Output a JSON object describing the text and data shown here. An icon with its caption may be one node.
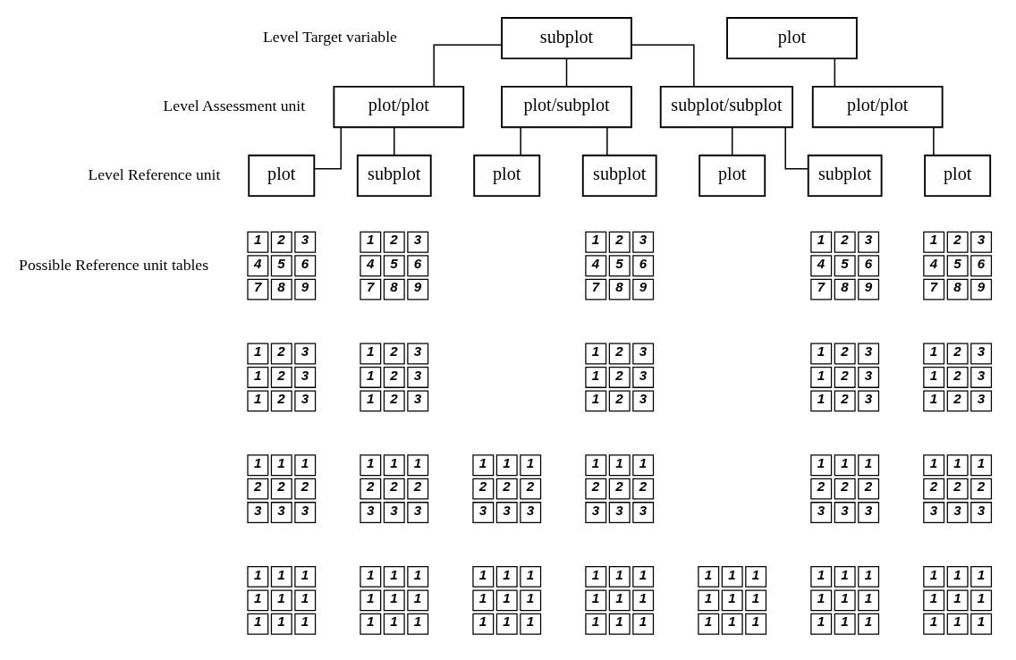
{
  "diagram": {
    "nodes": [
      {
        "text": [
          "subplot"
        ]
      },
      {
        "text": [
          "plot"
        ]
      },
      {
        "text": [
          "plot/plot"
        ]
      },
      {
        "text": [
          "plot/subplot"
        ]
      },
      {
        "text": [
          "subplot/subplot"
        ]
      },
      {
        "text": [
          "plot/plot"
        ]
      },
      {
        "text": [
          "plot"
        ]
      },
      {
        "text": [
          "subplot"
        ]
      },
      {
        "text": [
          "plot"
        ]
      },
      {
        "text": [
          "subplot"
        ]
      },
      {
        "text": [
          "plot"
        ]
      },
      {
        "text": [
          "subplot"
        ]
      },
      {
        "text": [
          "plot"
        ]
      },
      {
        "text": [
          "1",
          "2",
          "3",
          "4",
          "5",
          "6",
          "7",
          "8",
          "9"
        ]
      },
      {
        "text": [
          "1",
          "2",
          "3",
          "4",
          "5",
          "6",
          "7",
          "8",
          "9"
        ]
      },
      {
        "text": [
          "1",
          "2",
          "3",
          "4",
          "5",
          "6",
          "7",
          "8",
          "9"
        ]
      },
      {
        "text": [
          "1",
          "2",
          "3",
          "4",
          "5",
          "6",
          "7",
          "8",
          "9"
        ]
      },
      {
        "text": [
          "1",
          "2",
          "3",
          "4",
          "5",
          "6",
          "7",
          "8",
          "9"
        ]
      },
      {
        "text": [
          "1",
          "2",
          "3",
          "1",
          "2",
          "3",
          "1",
          "2",
          "3"
        ]
      },
      {
        "text": [
          "1",
          "2",
          "3",
          "1",
          "2",
          "3",
          "1",
          "2",
          "3"
        ]
      },
      {
        "text": [
          "1",
          "2",
          "3",
          "1",
          "2",
          "3",
          "1",
          "2",
          "3"
        ]
      },
      {
        "text": [
          "1",
          "2",
          "3",
          "1",
          "2",
          "3",
          "1",
          "2",
          "3"
        ]
      },
      {
        "text": [
          "1",
          "2",
          "3",
          "1",
          "2",
          "3",
          "1",
          "2",
          "3"
        ]
      },
      {
        "text": [
          "1",
          "1",
          "1",
          "2",
          "2",
          "2",
          "3",
          "3",
          "3"
        ]
      },
      {
        "text": [
          "1",
          "1",
          "1",
          "2",
          "2",
          "2",
          "3",
          "3",
          "3"
        ]
      },
      {
        "text": [
          "1",
          "1",
          "1",
          "2",
          "2",
          "2",
          "3",
          "3",
          "3"
        ]
      },
      {
        "text": [
          "1",
          "1",
          "1",
          "2",
          "2",
          "2",
          "3",
          "3",
          "3"
        ]
      },
      {
        "text": [
          "1",
          "1",
          "1",
          "2",
          "2",
          "2",
          "3",
          "3",
          "3"
        ]
      },
      {
        "text": [
          "1",
          "1",
          "1",
          "2",
          "2",
          "2",
          "3",
          "3",
          "3"
        ]
      },
      {
        "text": [
          "1",
          "1",
          "1",
          "1",
          "1",
          "1",
          "1",
          "1",
          "1"
        ]
      },
      {
        "text": [
          "1",
          "1",
          "1",
          "1",
          "1",
          "1",
          "1",
          "1",
          "1"
        ]
      },
      {
        "text": [
          "1",
          "1",
          "1",
          "1",
          "1",
          "1",
          "1",
          "1",
          "1"
        ]
      },
      {
        "text": [
          "1",
          "1",
          "1",
          "1",
          "1",
          "1",
          "1",
          "1",
          "1"
        ]
      },
      {
        "text": [
          "1",
          "1",
          "1",
          "1",
          "1",
          "1",
          "1",
          "1",
          "1"
        ]
      },
      {
        "text": [
          "1",
          "1",
          "1",
          "1",
          "1",
          "1",
          "1",
          "1",
          "1"
        ]
      },
      {
        "text": [
          "1",
          "1",
          "1",
          "1",
          "1",
          "1",
          "1",
          "1",
          "1"
        ]
      }
    ],
    "edges": [
      {
        "from": 0,
        "to": 2,
        "arrow": "none"
      },
      {
        "from": 0,
        "to": 3,
        "arrow": "none"
      },
      {
        "from": 0,
        "to": 4,
        "arrow": "none"
      },
      {
        "from": 1,
        "to": 5,
        "arrow": "none"
      },
      {
        "from": 2,
        "to": 6,
        "arrow": "none"
      },
      {
        "from": 2,
        "to": 7,
        "arrow": "none"
      },
      {
        "from": 3,
        "to": 8,
        "arrow": "none"
      },
      {
        "from": 3,
        "to": 9,
        "arrow": "none"
      },
      {
        "from": 4,
        "to": 10,
        "arrow": "none"
      },
      {
        "from": 4,
        "to": 11,
        "arrow": "none"
      },
      {
        "from": 5,
        "to": 12,
        "arrow": "none"
      }
    ],
    "labels": [
      "Level Target variable",
      "Level Assessment unit",
      "Level Reference unit",
      "Possible Reference unit tables"
    ]
  }
}
